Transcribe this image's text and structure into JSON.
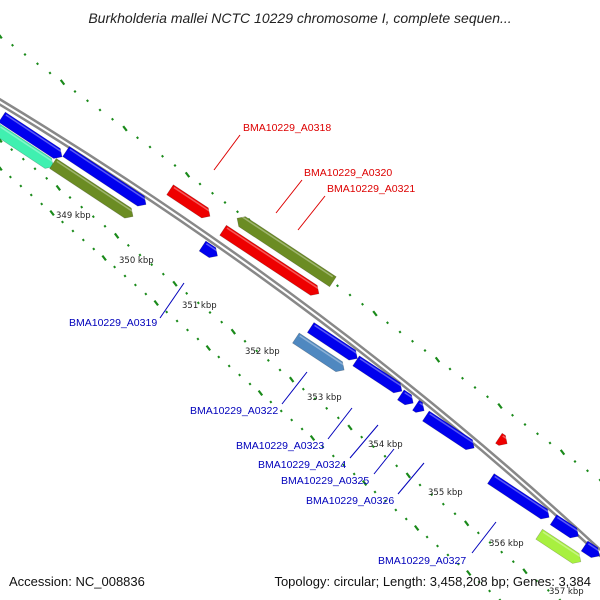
{
  "title": "Burkholderia mallei NCTC 10229 chromosome I, complete sequen...",
  "footer": {
    "accession": "Accession: NC_008836",
    "summary": "Topology: circular; Length: 3,458,208 bp; Genes: 3,384"
  },
  "scale_labels": [
    "349 kbp",
    "350 kbp",
    "351 kbp",
    "352 kbp",
    "353 kbp",
    "354 kbp",
    "355 kbp",
    "356 kbp",
    "357 kbp"
  ],
  "gene_labels": [
    {
      "text": "BMA10229_A0318",
      "strand": "forward"
    },
    {
      "text": "BMA10229_A0320",
      "strand": "forward"
    },
    {
      "text": "BMA10229_A0321",
      "strand": "forward"
    },
    {
      "text": "BMA10229_A0319",
      "strand": "reverse"
    },
    {
      "text": "BMA10229_A0322",
      "strand": "reverse"
    },
    {
      "text": "BMA10229_A0323",
      "strand": "reverse"
    },
    {
      "text": "BMA10229_A0324",
      "strand": "reverse"
    },
    {
      "text": "BMA10229_A0325",
      "strand": "reverse"
    },
    {
      "text": "BMA10229_A0326",
      "strand": "reverse"
    },
    {
      "text": "BMA10229_A0327",
      "strand": "reverse"
    }
  ],
  "colors": {
    "backbone": "#888888",
    "tick": "#1a8a1a",
    "gene_blue": "#0000ee",
    "gene_red": "#ee0000",
    "gene_olive": "#6b8c23",
    "gene_steel": "#4f88c0",
    "gene_lime": "#a8f040",
    "gene_cyan": "#40f0b0",
    "label_forward": "#dd0000",
    "label_reverse": "#0000bb"
  }
}
